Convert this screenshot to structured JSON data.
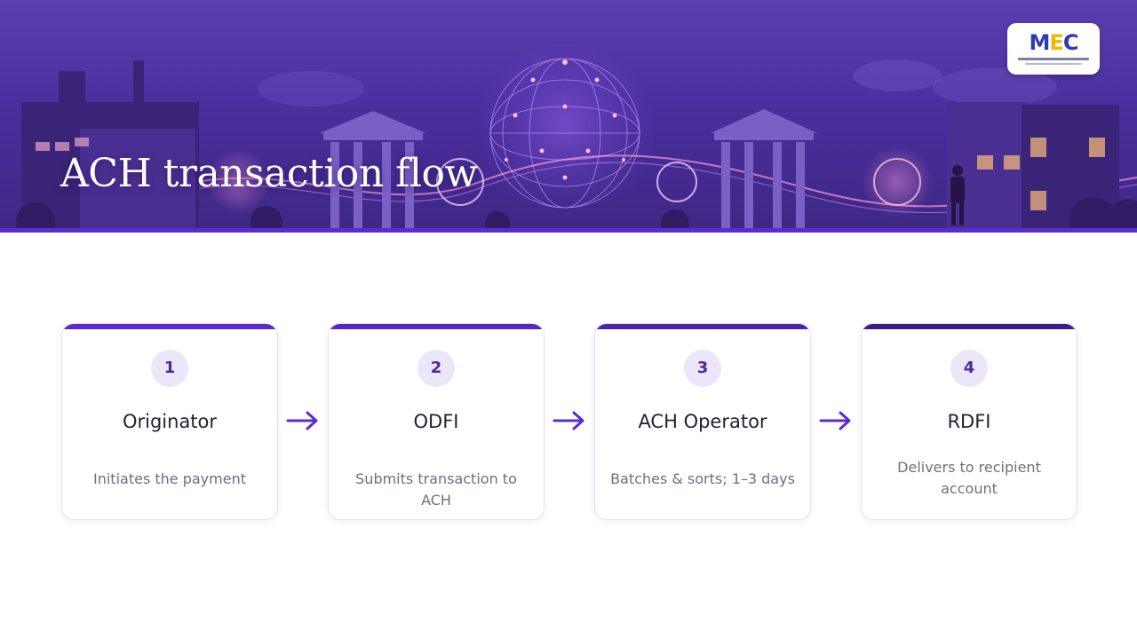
{
  "header": {
    "title": "ACH transaction flow",
    "logo_name": "MEC"
  },
  "steps": [
    {
      "number": "1",
      "name": "Originator",
      "description": "Initiates the payment",
      "bar_color": "#5b2bd1"
    },
    {
      "number": "2",
      "name": "ODFI",
      "description": "Submits transaction to ACH",
      "bar_color": "#5426c4"
    },
    {
      "number": "3",
      "name": "ACH Operator",
      "description": "Batches & sorts; 1–3 days",
      "bar_color": "#4a22ad"
    },
    {
      "number": "4",
      "name": "RDFI",
      "description": "Delivers to recipient account",
      "bar_color": "#3b1d86"
    }
  ],
  "colors": {
    "accent": "#5b2bd1",
    "badge_bg": "#ece6fa",
    "badge_text": "#4b2a9c",
    "arrow": "#5b2bd1"
  },
  "icons": {
    "connector": "arrow-right-icon"
  }
}
